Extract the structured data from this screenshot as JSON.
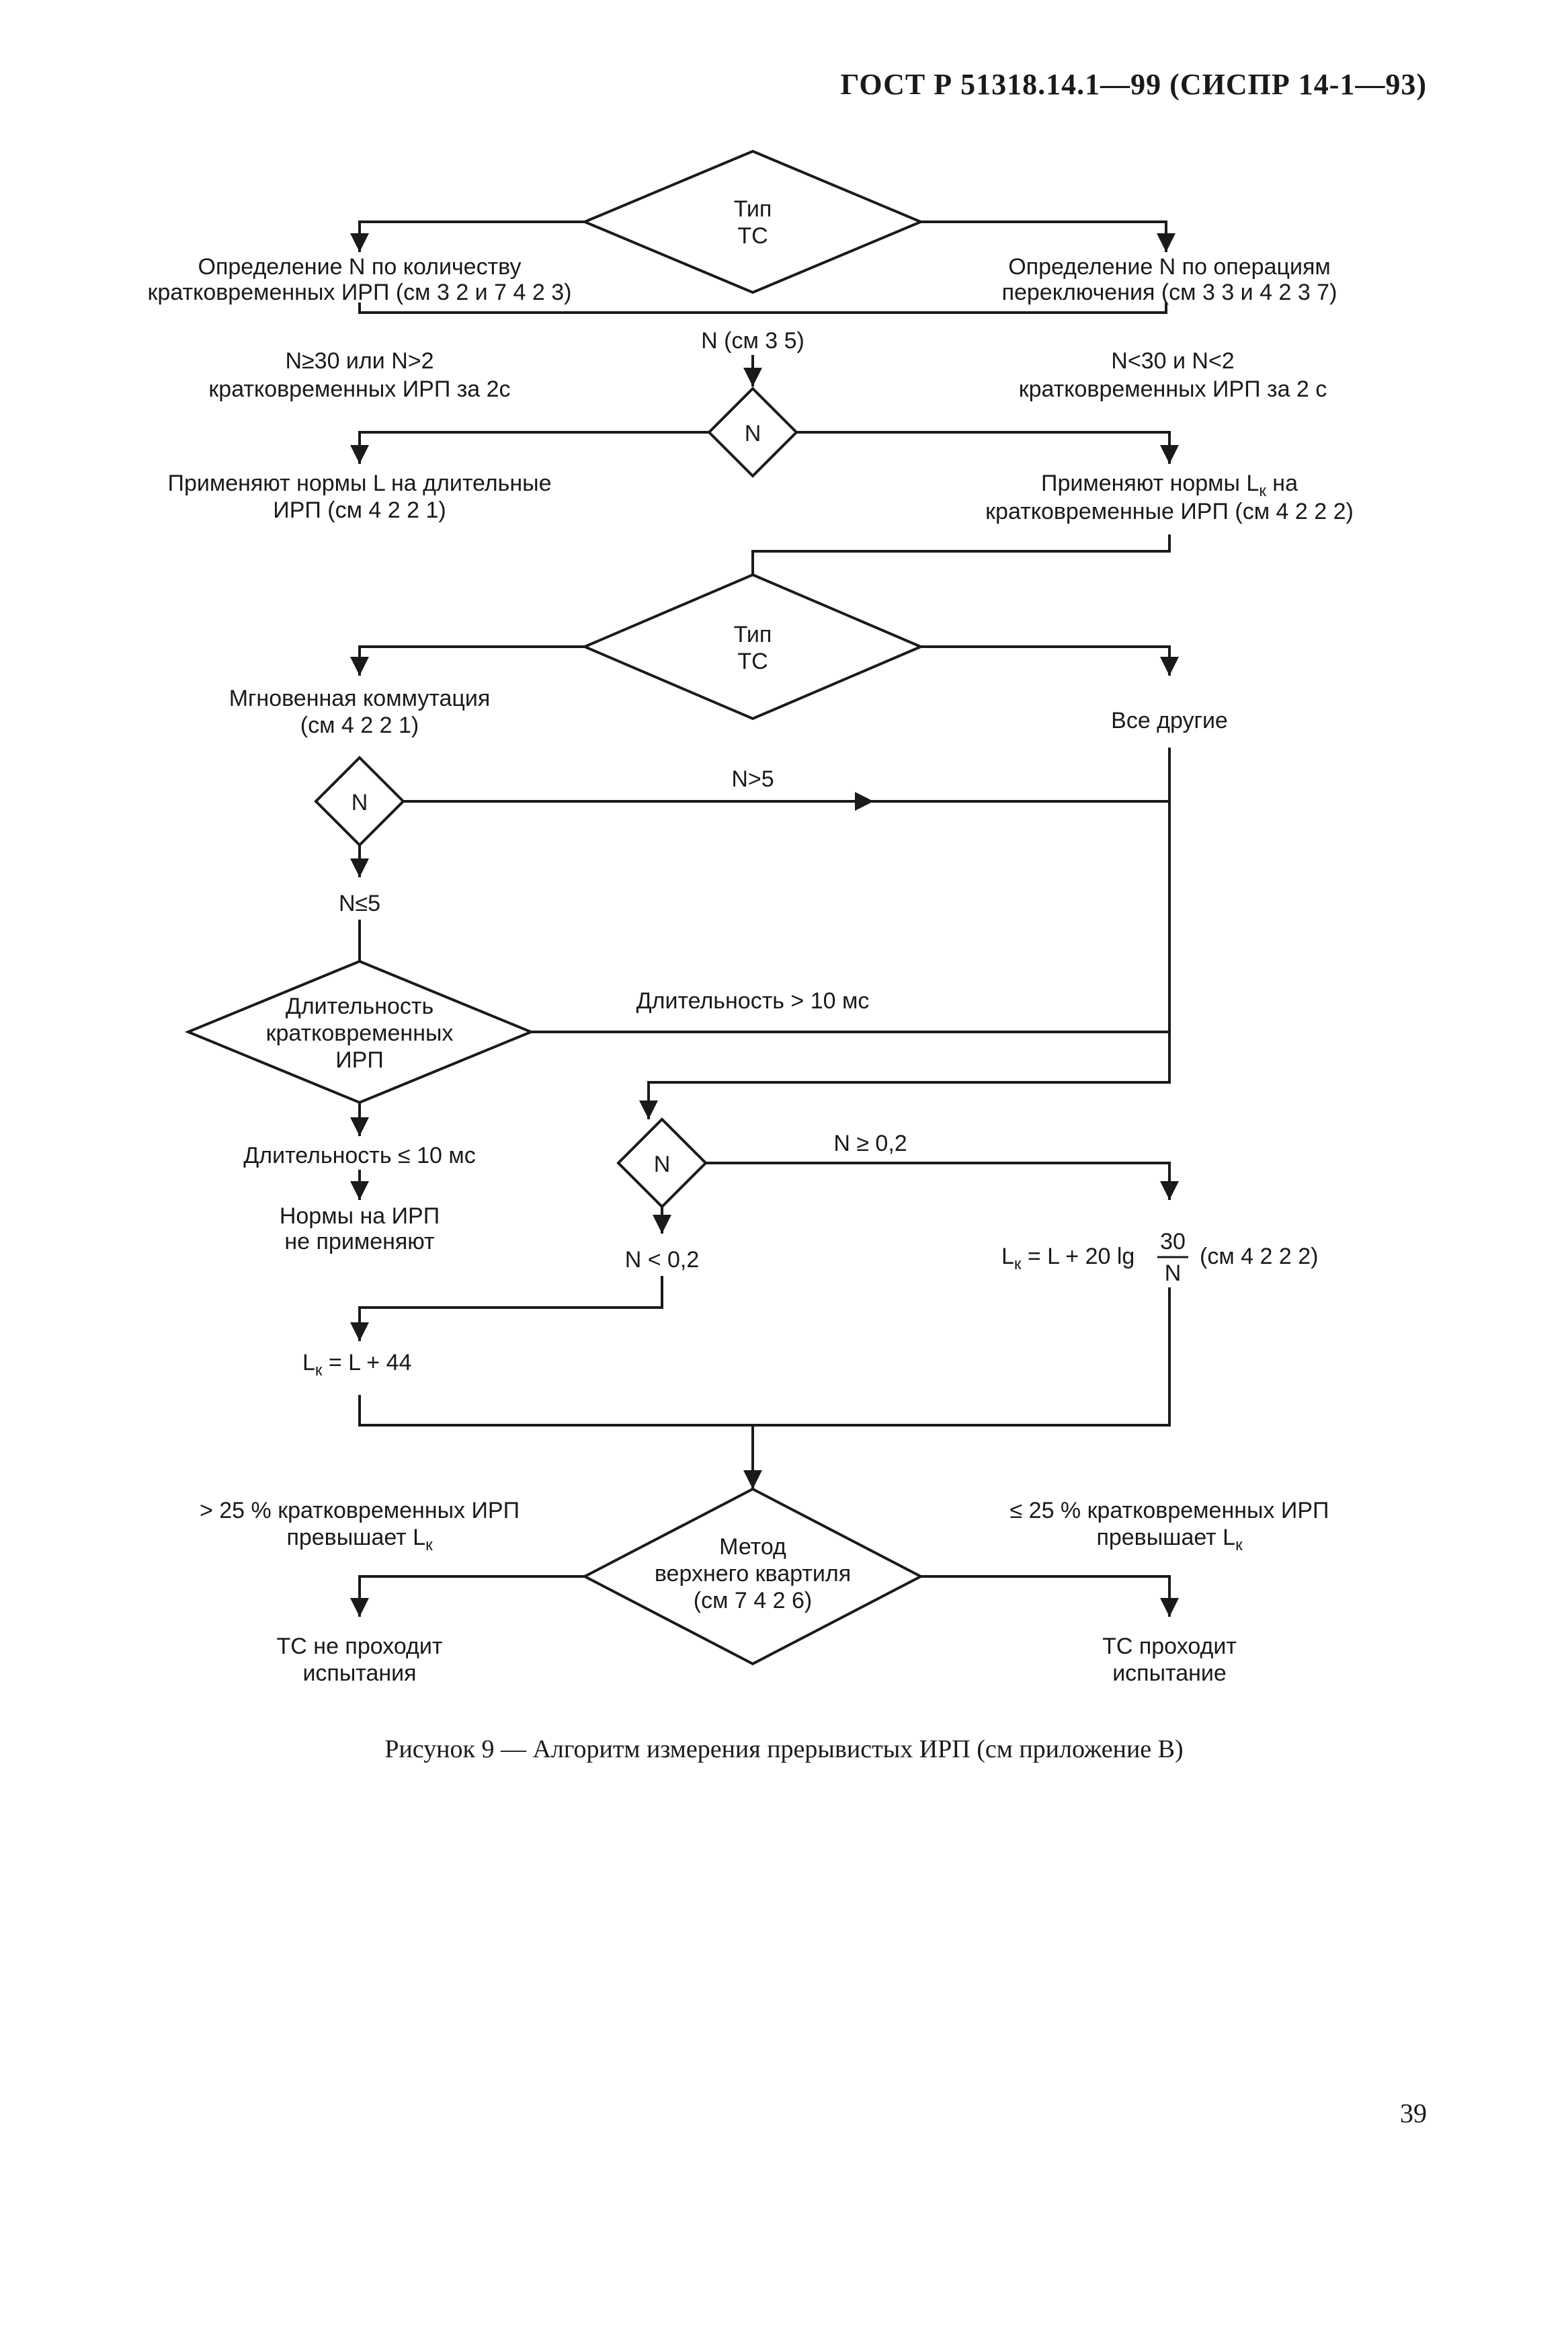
{
  "header": "ГОСТ Р 51318.14.1—99 (СИСПР 14-1—93)",
  "page_number": "39",
  "caption": "Рисунок 9 — Алгоритм измерения прерывистых ИРП (см приложение В)",
  "nodes": {
    "d1": [
      "Тип",
      "ТС"
    ],
    "n_count_left": [
      "Определение N по количеству",
      "кратковременных ИРП (см  3 2 и 7 4 2 3)"
    ],
    "n_switch_right": [
      "Определение N по операциям",
      "переключения (см  3 3 и 4 2 3 7)"
    ],
    "n_ref": "N (см  3 5)",
    "cond_left": [
      "N≥30 или N>2",
      "кратковременных ИРП за 2с"
    ],
    "cond_right": [
      "N<30 и N<2",
      "кратковременных ИРП за 2 с"
    ],
    "d2": "N",
    "apply_long": [
      "Применяют нормы L на длительные",
      "ИРП (см  4 2 2 1)"
    ],
    "apply_short": [
      "Применяют нормы L",
      "к",
      " на",
      "кратковременные ИРП (см  4 2 2 2)"
    ],
    "d3": [
      "Тип",
      "ТС"
    ],
    "instant": [
      "Мгновенная коммутация",
      "(см  4 2 2 1)"
    ],
    "all_other": "Все другие",
    "d4": "N",
    "n_gt5": "N>5",
    "n_le5": "N≤5",
    "d5": [
      "Длительность",
      "кратковременных",
      "ИРП"
    ],
    "dur_gt10": "Длительность > 10 мс",
    "dur_le10": "Длительность ≤ 10 мс",
    "no_norms": [
      "Нормы на ИРП",
      "не применяют"
    ],
    "d6": "N",
    "n_ge02": "N ≥ 0,2",
    "n_lt02": "N < 0,2",
    "formula_right": {
      "lk": "L",
      "sub": "к",
      "body": " = L + 20 lg ",
      "num": "30",
      "den": "N",
      "ref": "(см  4 2 2 2)"
    },
    "formula_left": {
      "lk": "L",
      "sub": "к",
      "body": " = L + 44"
    },
    "d7": [
      "Метод",
      "верхнего квартиля",
      "(см  7 4 2 6)"
    ],
    "exceed_left": [
      "> 25 % кратковременных ИРП",
      "превышает L",
      "к"
    ],
    "exceed_right": [
      "≤ 25 % кратковременных ИРП",
      "превышает L",
      "к"
    ],
    "fail": [
      "ТС не проходит",
      "испытания"
    ],
    "pass": [
      "ТС  проходит",
      "испытание"
    ]
  }
}
